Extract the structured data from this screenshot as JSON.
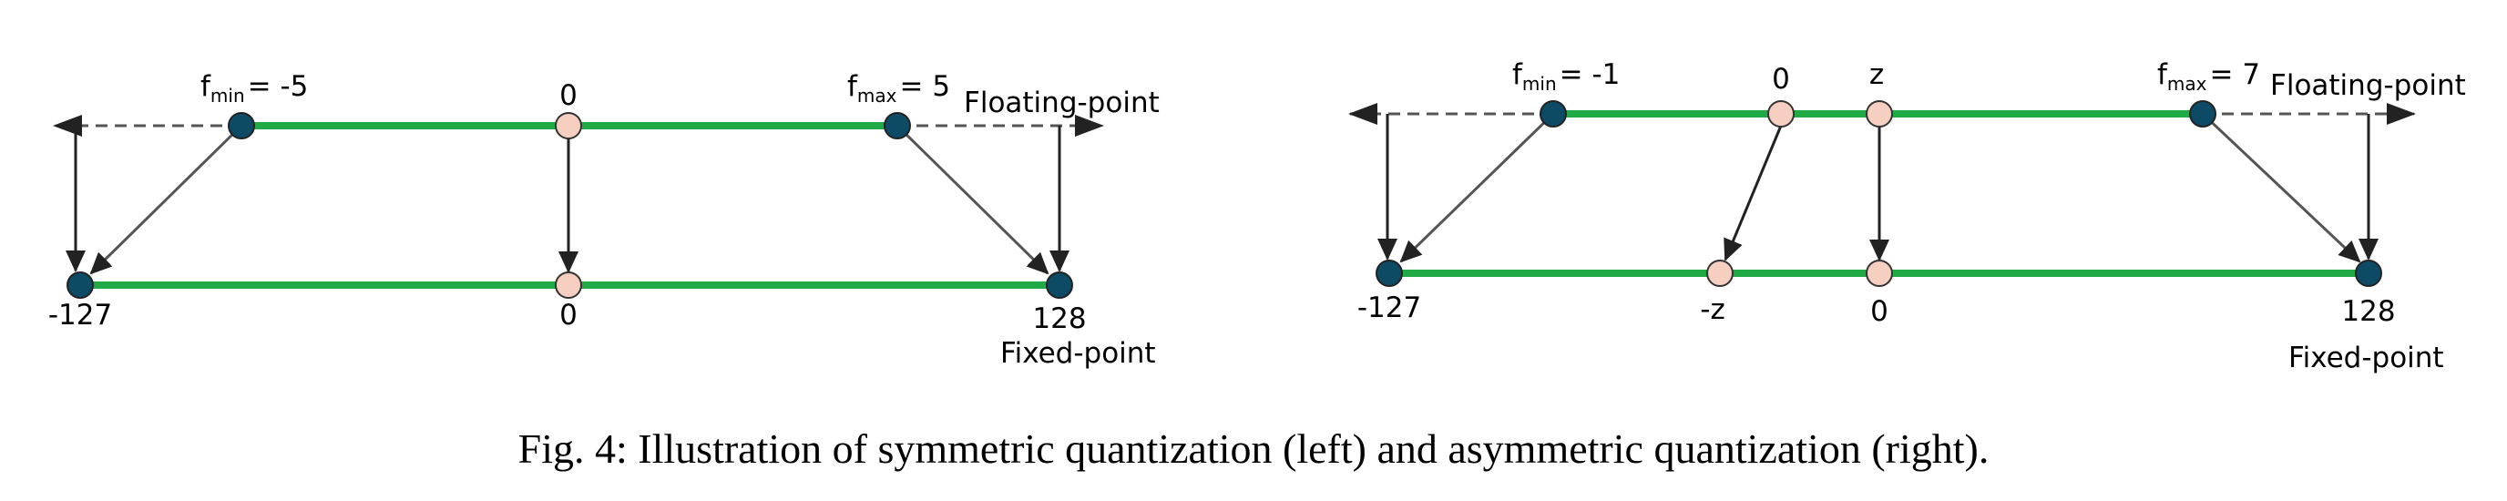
{
  "caption": "Fig. 4: Illustration of symmetric quantization (left) and asymmetric quantization (right).",
  "colors": {
    "range_line": "#1faa45",
    "endpoint_node": "#0d4a66",
    "zero_node": "#f6cfc0",
    "arrow": "#222222",
    "dashed": "#555555"
  },
  "symmetric": {
    "fmin_base": "f",
    "fmin_sub": "min",
    "fmin_value": "= -5",
    "fmax_base": "f",
    "fmax_sub": "max",
    "fmax_value": "= 5",
    "float_zero": "0",
    "floating_label": "Floating-point",
    "fixed_min": "-127",
    "fixed_zero": "0",
    "fixed_max": "128",
    "fixed_label": "Fixed-point"
  },
  "asymmetric": {
    "fmin_base": "f",
    "fmin_sub": "min",
    "fmin_value": "= -1",
    "fmax_base": "f",
    "fmax_sub": "max",
    "fmax_value": "= 7",
    "float_zero": "0",
    "float_z": "z",
    "floating_label": "Floating-point",
    "fixed_min": "-127",
    "fixed_negz": "-z",
    "fixed_zero": "0",
    "fixed_max": "128",
    "fixed_label": "Fixed-point"
  }
}
